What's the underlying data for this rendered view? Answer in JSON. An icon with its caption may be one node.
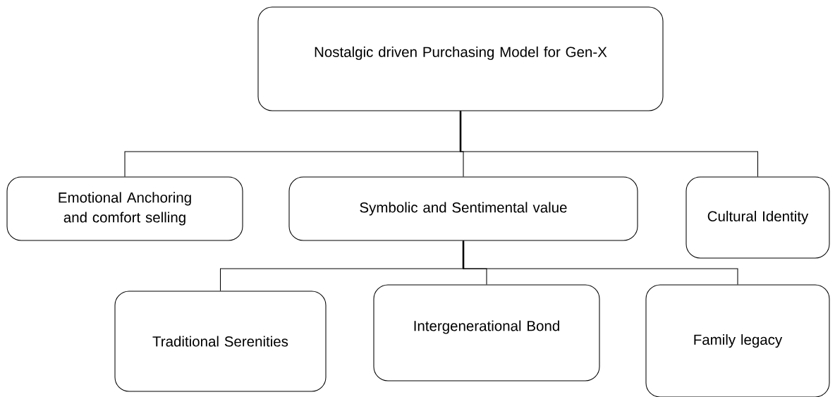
{
  "diagram": {
    "nodes": [
      {
        "text": [
          "Nostalgic driven Purchasing Model for Gen-X"
        ]
      },
      {
        "text": [
          "Emotional Anchoring and comfort selling"
        ]
      },
      {
        "text": [
          "Symbolic and Sentimental value"
        ]
      },
      {
        "text": [
          "Cultural Identity"
        ]
      },
      {
        "text": [
          "Traditional Serenities"
        ]
      },
      {
        "text": [
          "Intergenerational Bond"
        ]
      },
      {
        "text": [
          "Family legacy"
        ]
      }
    ],
    "edges": [
      {
        "from": 0,
        "to": 1,
        "arrow": "none"
      },
      {
        "from": 0,
        "to": 2,
        "arrow": "none"
      },
      {
        "from": 0,
        "to": 3,
        "arrow": "none"
      },
      {
        "from": 2,
        "to": 4,
        "arrow": "none"
      },
      {
        "from": 2,
        "to": 5,
        "arrow": "none"
      },
      {
        "from": 2,
        "to": 6,
        "arrow": "none"
      }
    ]
  }
}
